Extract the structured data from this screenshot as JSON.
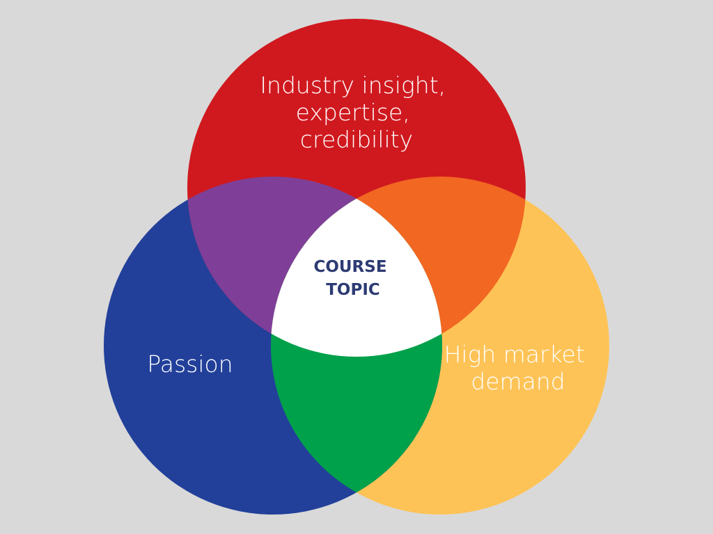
{
  "diagram": {
    "circles": {
      "top": {
        "label_lines": [
          "Industry insight,",
          "expertise,",
          "credibility"
        ],
        "color": "#d0191f"
      },
      "left": {
        "label_lines": [
          "Passion"
        ],
        "color": "#22409a"
      },
      "right": {
        "label_lines": [
          "High market",
          "demand"
        ],
        "color": "#fec356"
      }
    },
    "overlaps": {
      "top_left": "#7f3f98",
      "top_right": "#f26722",
      "left_right": "#00a14b",
      "center": "#ffffff"
    },
    "center_label_lines": [
      "COURSE",
      "TOPIC"
    ],
    "center_text_color": "#2d3b73",
    "background": "#d9d9d9"
  }
}
